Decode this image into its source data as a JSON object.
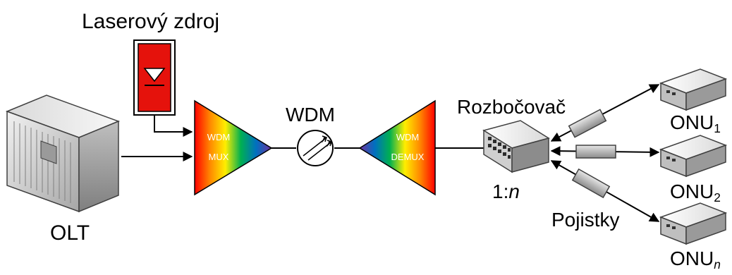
{
  "labels": {
    "laser": "Laserový zdroj",
    "olt": "OLT",
    "wdm": "WDM",
    "mux_line1": "WDM",
    "mux_line2": "MUX",
    "demux_line1": "WDM",
    "demux_line2": "DEMUX",
    "splitter": "Rozbočovač",
    "ratio_prefix": "1:",
    "ratio_var": "n",
    "fuses": "Pojistky",
    "onu_base": "ONU",
    "onu1_sub": "1",
    "onu2_sub": "2",
    "onun_sub": "n"
  },
  "colors": {
    "laser_red": "#e5120c",
    "rainbow": [
      "#ff0000",
      "#ff8800",
      "#ffee00",
      "#00b050",
      "#0070c0",
      "#7030a0"
    ]
  },
  "icons": [
    "server-icon",
    "laser-source-icon",
    "coupler-icon",
    "network-switch-icon",
    "onu-device-icon",
    "fuse-icon"
  ]
}
